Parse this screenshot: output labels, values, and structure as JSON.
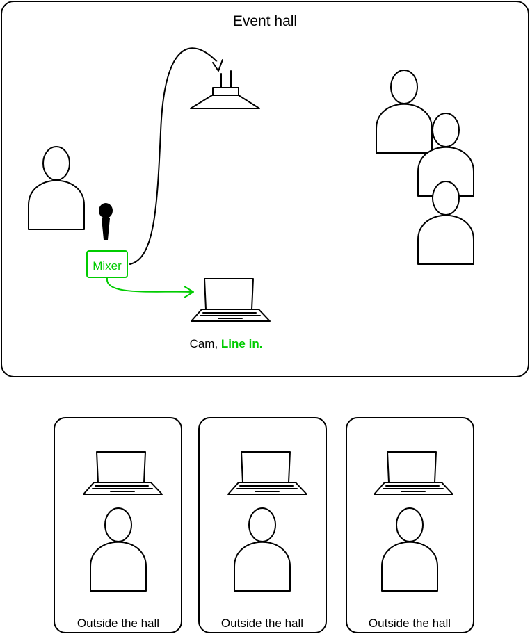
{
  "diagram": {
    "hall": {
      "title": "Event hall"
    },
    "mixer": {
      "label": "Mixer"
    },
    "cam_caption": {
      "prefix": "Cam, ",
      "highlight": "Line in."
    },
    "outside": [
      {
        "label": "Outside the hall"
      },
      {
        "label": "Outside the hall"
      },
      {
        "label": "Outside the hall"
      }
    ],
    "colors": {
      "stroke": "#000000",
      "accent": "#00CC00",
      "background": "#FFFFFF"
    },
    "icons": [
      "person-icon",
      "microphone-icon",
      "speaker-icon",
      "laptop-icon",
      "mixer-box"
    ]
  }
}
